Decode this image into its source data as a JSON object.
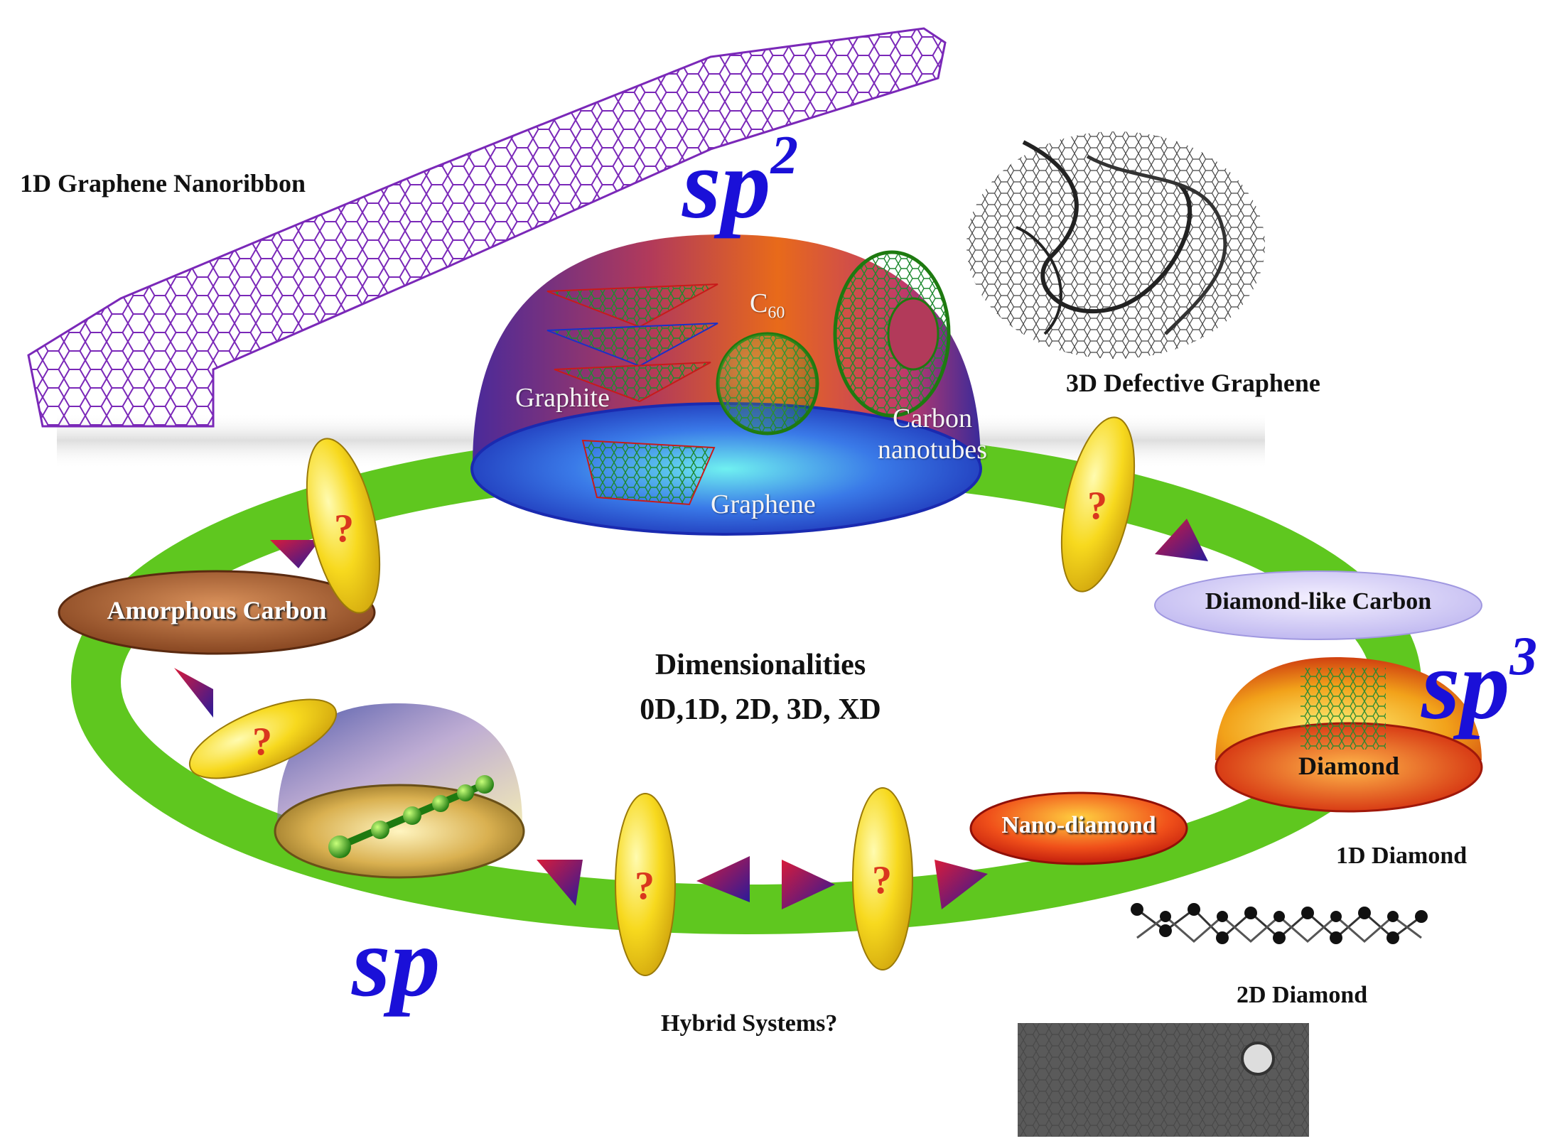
{
  "hybridizations": {
    "sp2": {
      "base": "sp",
      "sup": "2"
    },
    "sp3": {
      "base": "sp",
      "sup": "3"
    },
    "sp": {
      "base": "sp"
    }
  },
  "dome_sp2": {
    "c60": {
      "base": "C",
      "sub": "60"
    },
    "graphite": "Graphite",
    "carbon_nanotubes_line1": "Carbon",
    "carbon_nanotubes_line2": "nanotubes",
    "graphene": "Graphene"
  },
  "structures": {
    "graphene_nanoribbon": "1D Graphene Nanoribbon",
    "defective_graphene": "3D Defective Graphene",
    "diamond_1d": "1D Diamond",
    "diamond_2d": "2D Diamond"
  },
  "ring_labels": {
    "amorphous_carbon": "Amorphous Carbon",
    "diamond_like_carbon": "Diamond-like Carbon",
    "diamond": "Diamond",
    "nano_diamond": "Nano-diamond"
  },
  "center": {
    "line1": "Dimensionalities",
    "line2": "0D,1D, 2D, 3D, XD"
  },
  "hybrid_systems": "Hybrid Systems?",
  "question_mark": "?",
  "colors": {
    "ring": "#5fc71f",
    "hybrid_text": "#1a10d8",
    "lens_yellow": "#f7d91e",
    "question_red": "#d9371e"
  }
}
